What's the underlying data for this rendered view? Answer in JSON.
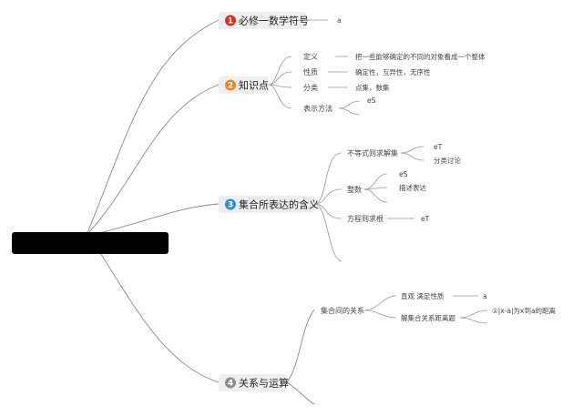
{
  "root": {
    "label": ""
  },
  "branches": [
    {
      "number": "1",
      "label": "必修一数学符号",
      "color": "#d9301c",
      "children": [
        {
          "label": "a"
        }
      ]
    },
    {
      "number": "2",
      "label": "知识点",
      "color": "#e8862a",
      "children": [
        {
          "label": "定义",
          "detail": "把一些能够确定的不同的对象看成一个整体"
        },
        {
          "label": "性质",
          "detail": "确定性，互异性，无序性"
        },
        {
          "label": "分类",
          "detail": "点集，数集"
        },
        {
          "label": "表示方法",
          "detail": "eS"
        }
      ]
    },
    {
      "number": "3",
      "label": "集合所表达的含义",
      "color": "#2a8fd8",
      "children": [
        {
          "label": "不等式则求解集",
          "details": [
            "eT",
            "分类讨论"
          ]
        },
        {
          "label": "整数",
          "details": [
            "eS",
            "描述表达"
          ]
        },
        {
          "label": "方程则求根",
          "details": [
            "eT"
          ]
        }
      ]
    },
    {
      "number": "4",
      "label": "关系与运算",
      "color": "#8c8c8c",
      "children": [
        {
          "label": "集合间的关系",
          "children": [
            {
              "label": "直观 满足性质",
              "detail": "a"
            },
            {
              "label": "解集合关系距离题",
              "detail": "①|x-a|为x到a的距离"
            }
          ]
        }
      ]
    }
  ]
}
